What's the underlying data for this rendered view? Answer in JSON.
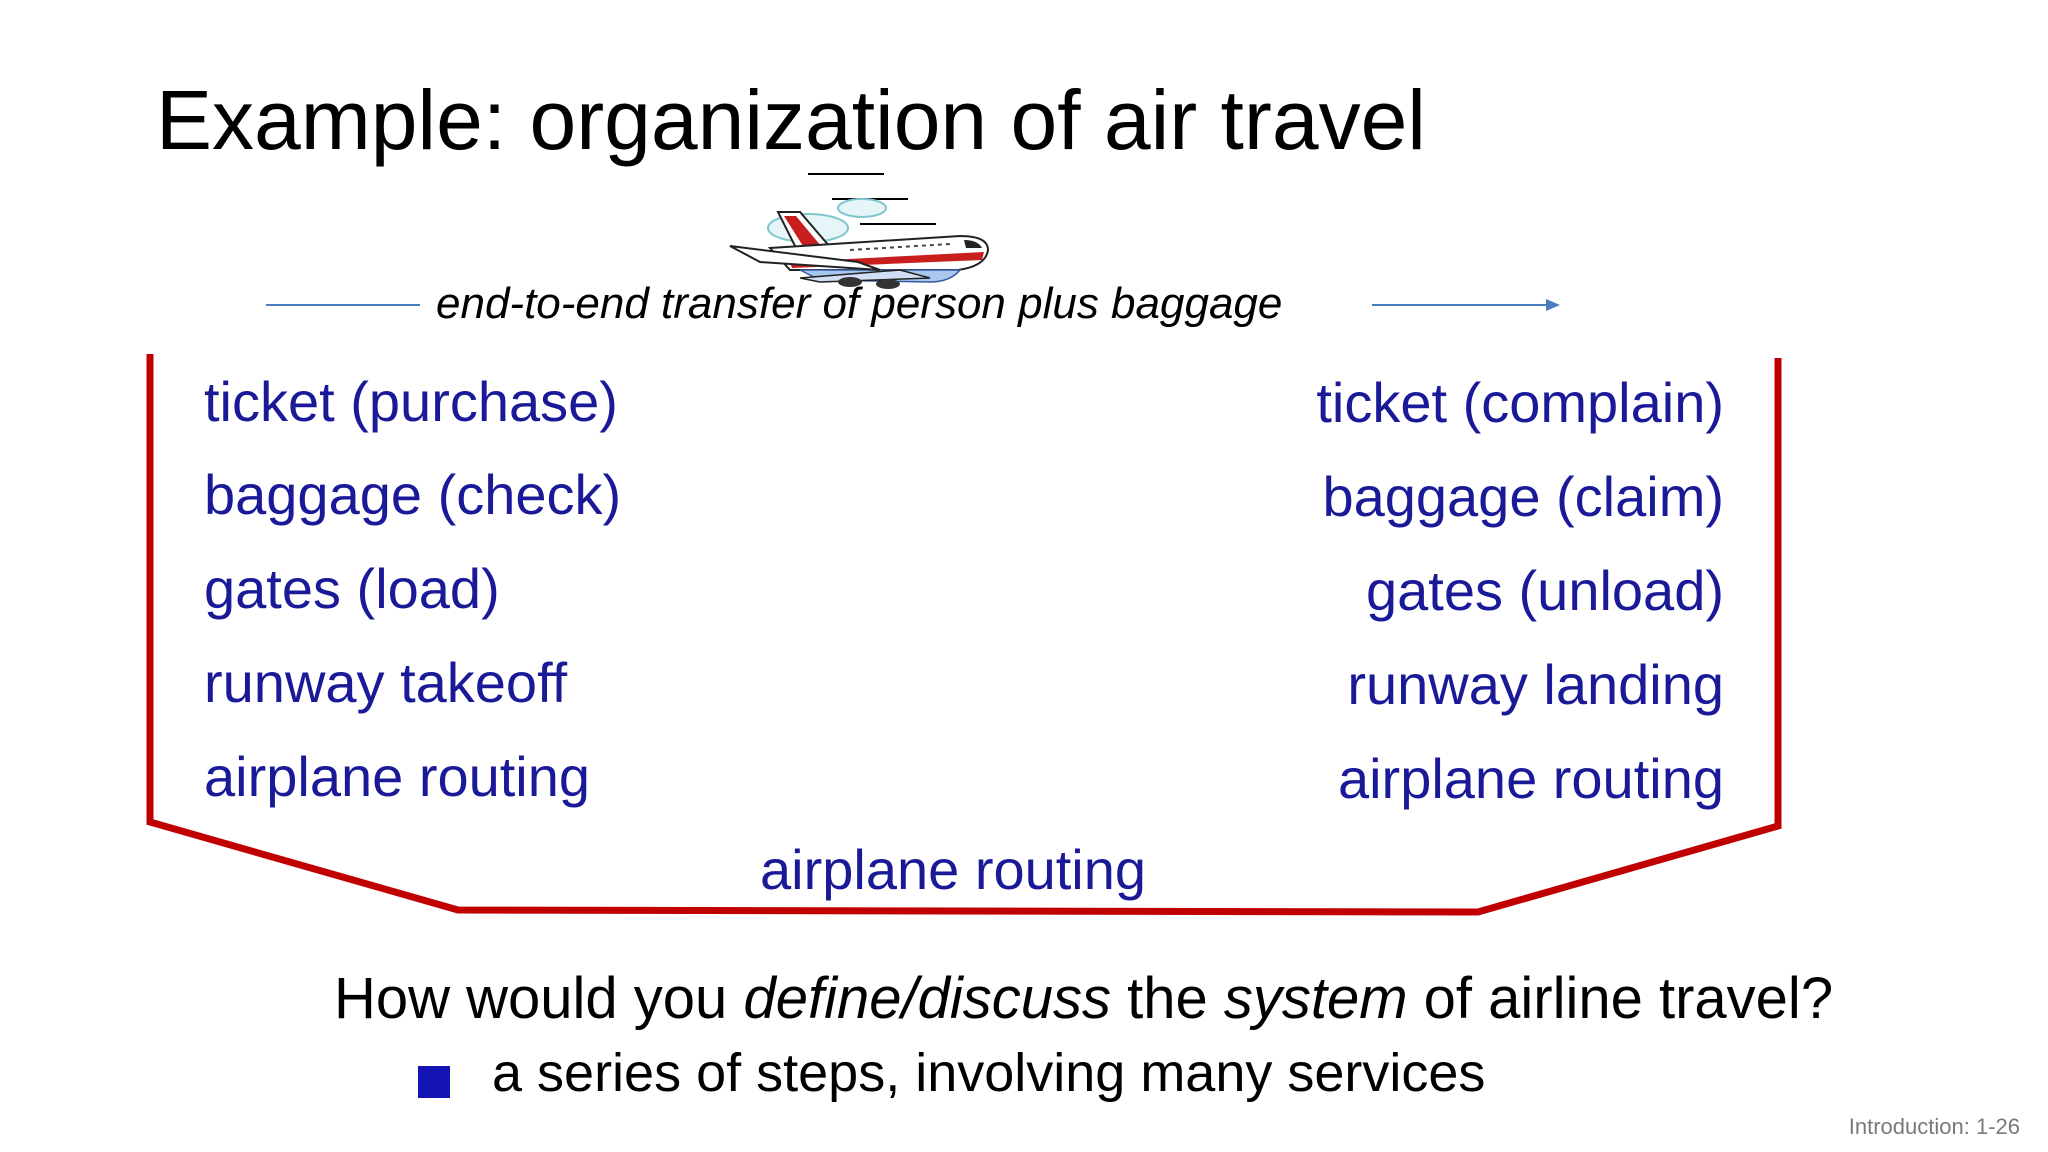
{
  "slide": {
    "title": "Example: organization of air travel",
    "transfer_label": "end-to-end transfer of person plus baggage",
    "left_steps": [
      "ticket (purchase)",
      "baggage (check)",
      "gates (load)",
      "runway takeoff",
      "airplane routing"
    ],
    "right_steps": [
      "ticket (complain)",
      "baggage (claim)",
      "gates (unload)",
      "runway landing",
      "airplane routing"
    ],
    "center_step": "airplane routing",
    "question": {
      "part1": "How would you ",
      "em1": "define/discuss",
      "part2": " the ",
      "em2": "system",
      "part3": " of airline travel?"
    },
    "bullet": "a series of steps, involving many services",
    "footer": "Introduction: 1-26"
  },
  "colors": {
    "step_text": "#1a1a99",
    "bracket": "#c00000",
    "arrow": "#4a7ebb",
    "bullet": "#1414b4"
  },
  "icons": {
    "airplane": "airplane-icon"
  }
}
